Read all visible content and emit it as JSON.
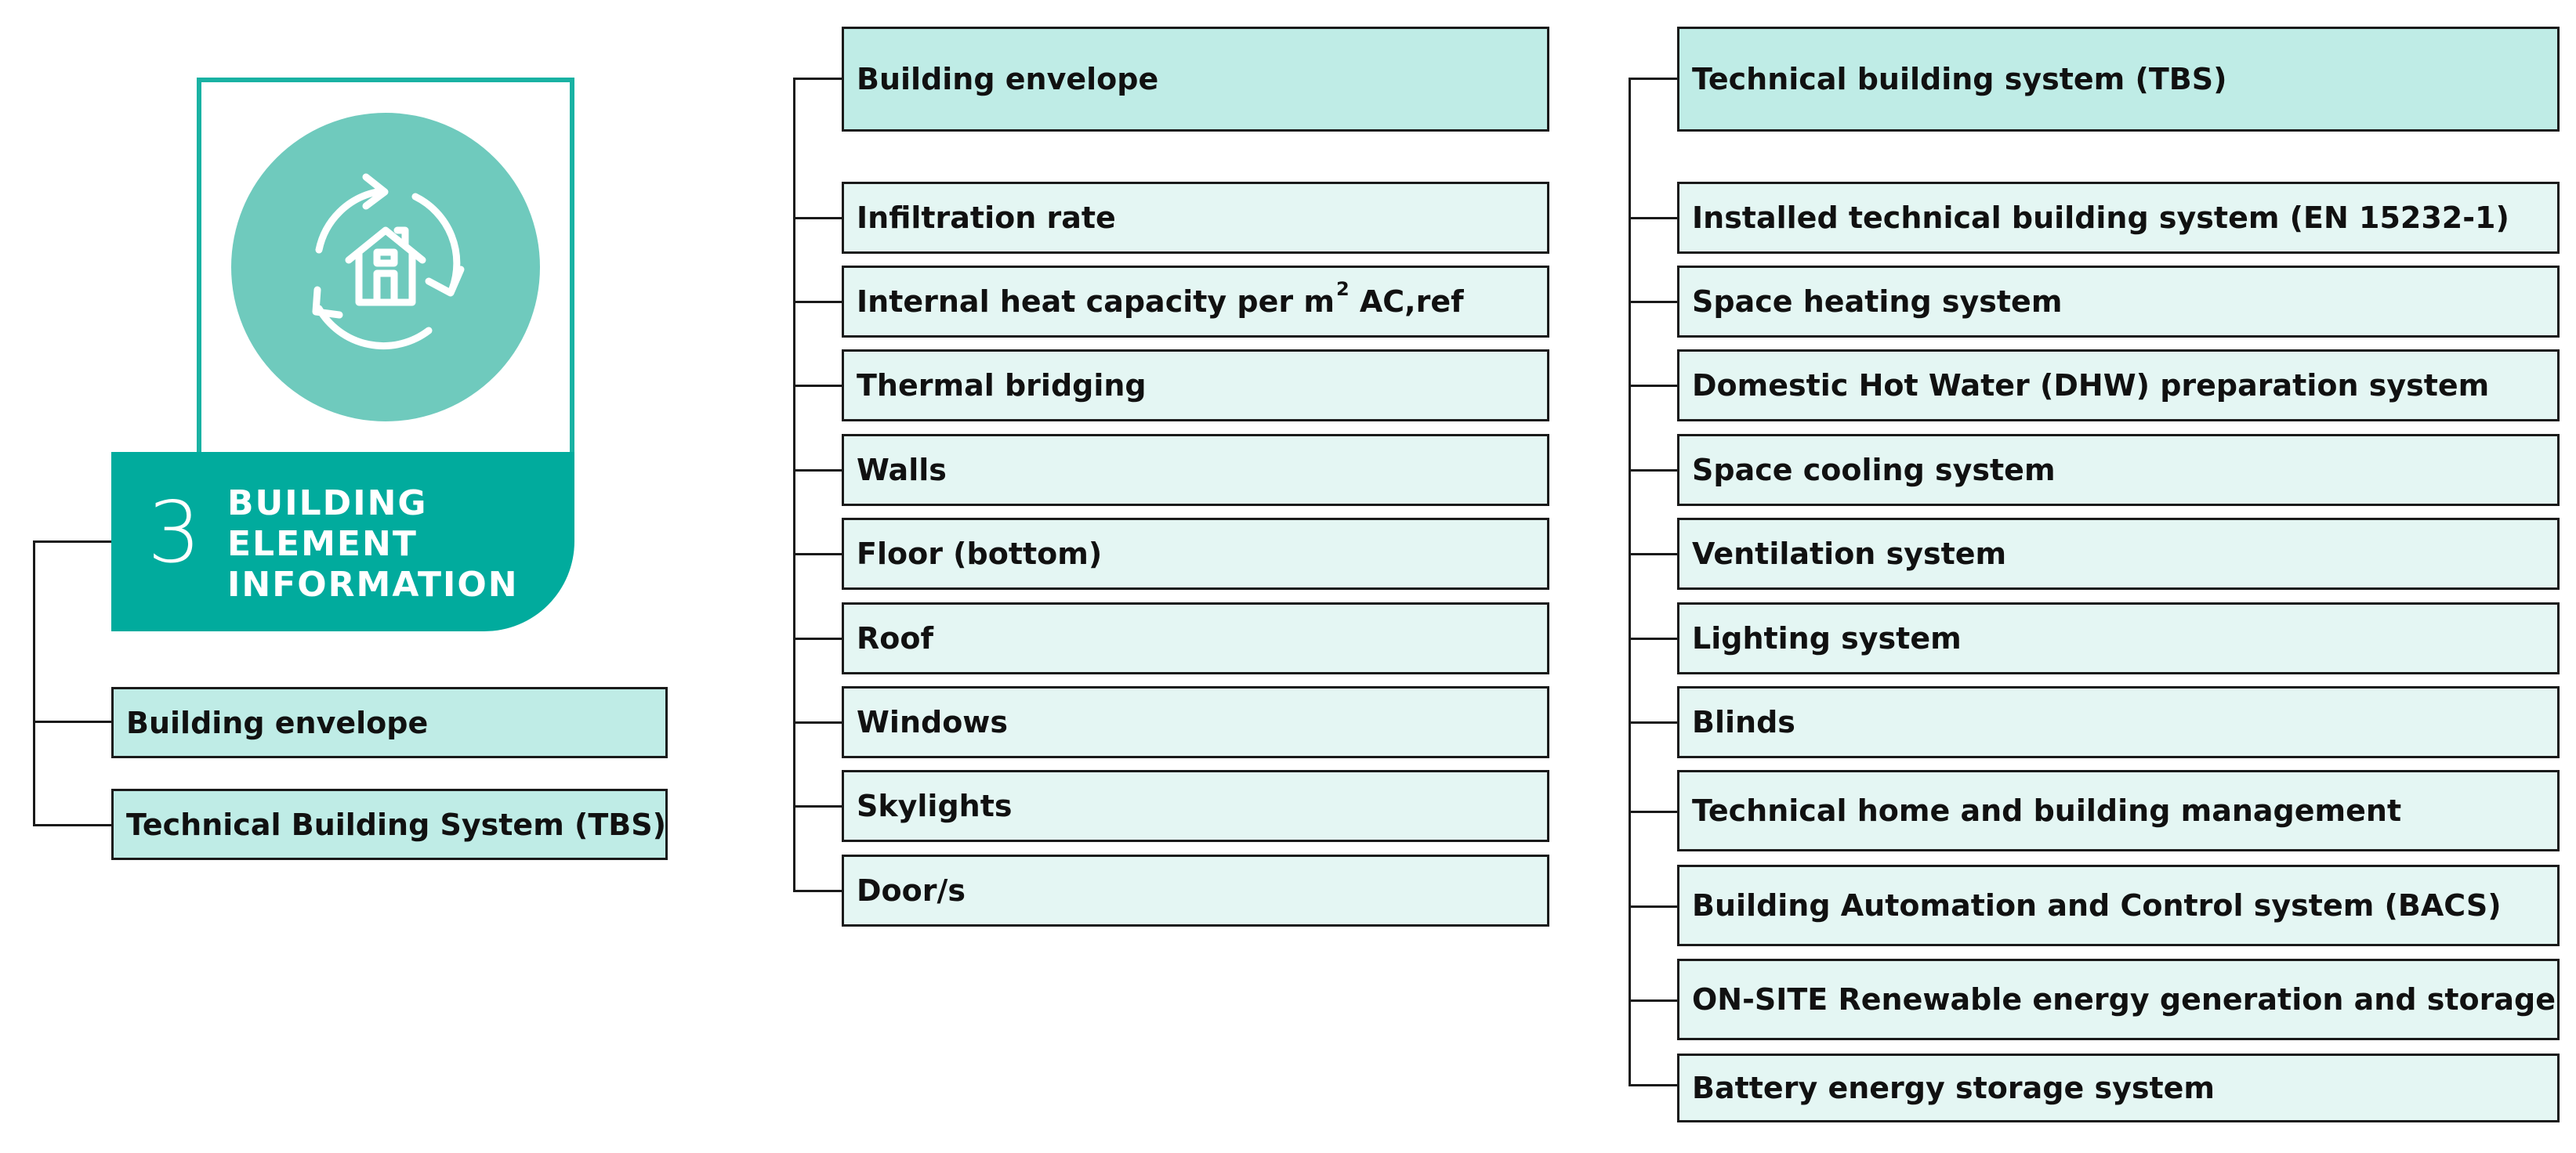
{
  "badge": {
    "number": "3",
    "title": "BUILDING ELEMENT INFORMATION",
    "icon": "house-with-circular-arrows-icon",
    "colors": {
      "frame": "#19b2a3",
      "circle": "#6fcabd",
      "band": "#01ab9d"
    }
  },
  "left_branch": {
    "items": [
      "Building envelope",
      "Technical Building System (TBS)"
    ]
  },
  "envelope_branch": {
    "header": "Building envelope",
    "items": [
      "Infiltration rate",
      "Internal heat capacity per m",
      "Thermal bridging",
      "Walls",
      "Floor (bottom)",
      "Roof",
      "Windows",
      "Skylights",
      "Door/s"
    ],
    "heat_capacity_superscript": "2",
    "heat_capacity_suffix": " AC,ref"
  },
  "tbs_branch": {
    "header": "Technical building system (TBS)",
    "items": [
      "Installed technical building system (EN 15232-1)",
      "Space heating system",
      "Domestic Hot Water (DHW) preparation system",
      "Space cooling system",
      "Ventilation system",
      "Lighting system",
      "Blinds",
      "Technical home and building management",
      "Building Automation and Control system (BACS)",
      "ON-SITE Renewable energy generation and storage",
      "Battery energy storage system"
    ]
  },
  "colors": {
    "header_fill": "#bfece6",
    "item_fill": "#e4f6f3",
    "line": "#1a1a1a"
  }
}
